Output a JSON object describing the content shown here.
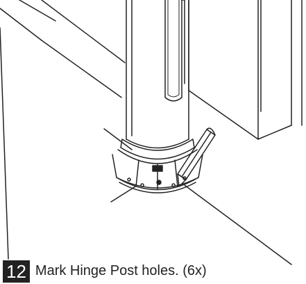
{
  "instruction": {
    "step_number": "12",
    "text": "Mark Hinge Post holes. (6x)"
  },
  "illustration": {
    "subject": "hinge-post-base-with-pencil"
  },
  "colors": {
    "line": "#222222",
    "background": "#ffffff",
    "badge": "#222222",
    "badge_text": "#ffffff"
  }
}
